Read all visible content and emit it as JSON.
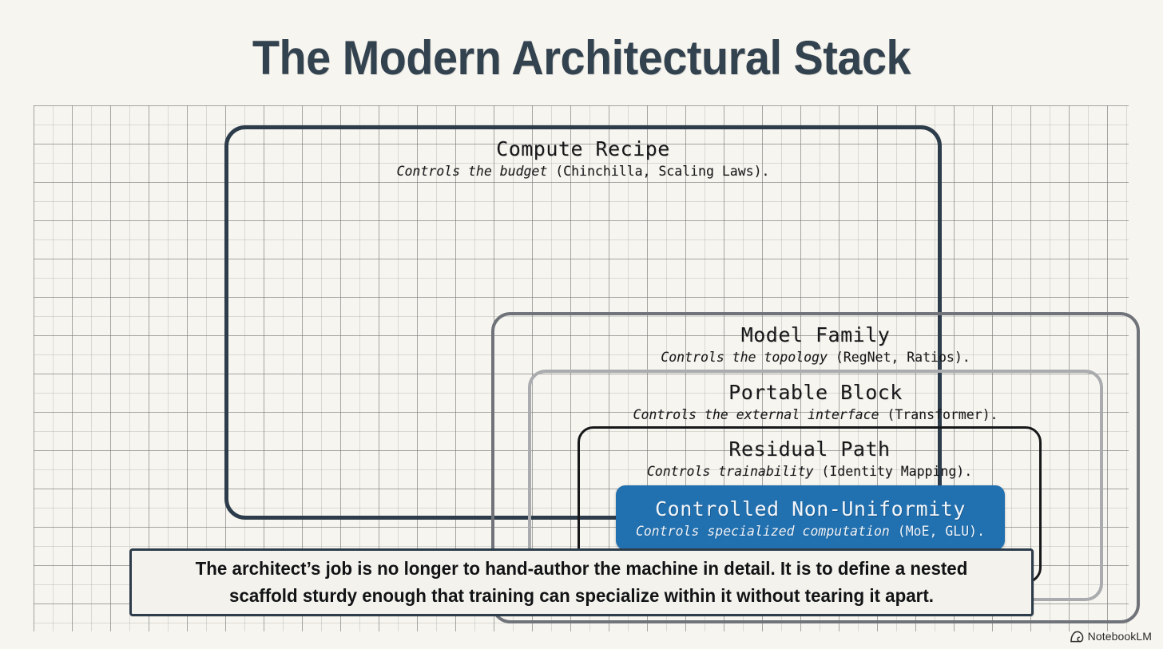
{
  "page": {
    "title": "The Modern Architectural Stack",
    "background_color": "#f7f5ef",
    "grid_line_color": "#787a78"
  },
  "diagram": {
    "type": "nested-containment",
    "layers": [
      {
        "id": "compute-recipe",
        "title": "Compute Recipe",
        "subtitle_emphasis": "Controls the budget",
        "subtitle_parenthetical": " (Chinchilla, Scaling Laws).",
        "border_color": "#2d3c4b",
        "fill": "none",
        "depth": 1
      },
      {
        "id": "model-family",
        "title": "Model Family",
        "subtitle_emphasis": "Controls the topology",
        "subtitle_parenthetical": " (RegNet, Ratios).",
        "border_color": "#70747a",
        "fill": "none",
        "depth": 2
      },
      {
        "id": "portable-block",
        "title": "Portable Block",
        "subtitle_emphasis": "Controls the external interface",
        "subtitle_parenthetical": " (Transformer).",
        "border_color": "#a9abae",
        "fill": "none",
        "depth": 3
      },
      {
        "id": "residual-path",
        "title": "Residual Path",
        "subtitle_emphasis": "Controls trainability",
        "subtitle_parenthetical": " (Identity Mapping).",
        "border_color": "#17181a",
        "fill": "none",
        "depth": 4
      },
      {
        "id": "controlled-non-uniformity",
        "title": "Controlled Non-Uniformity",
        "subtitle_emphasis": "Controls specialized computation",
        "subtitle_parenthetical": " (MoE, GLU).",
        "border_color": "#2170b0",
        "fill": "#2170b0",
        "depth": 5
      }
    ]
  },
  "caption": {
    "text": "The architect’s job is no longer to hand-author the machine in detail. It is to define a nested scaffold sturdy enough that training can specialize within it without tearing it apart."
  },
  "watermark": {
    "label": "NotebookLM",
    "icon": "notebooklm-spiral-icon"
  }
}
